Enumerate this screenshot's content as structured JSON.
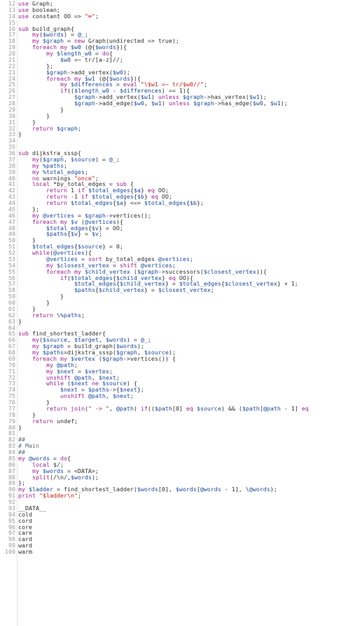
{
  "editor": {
    "language": "perl",
    "colors": {
      "background": "#ffffff",
      "text": "#303030",
      "line_number": "#9a9a9a",
      "keyword": "#9b2393",
      "string": "#c41a16",
      "variable": "#1c4b9c"
    },
    "lines": [
      {
        "n": "12",
        "text": "use Graph;"
      },
      {
        "n": "13",
        "text": "use boolean;"
      },
      {
        "n": "14",
        "text": "use constant OO => \"∞\";"
      },
      {
        "n": "15",
        "text": ""
      },
      {
        "n": "16",
        "text": "sub build_graph{"
      },
      {
        "n": "17",
        "text": "    my($words) = @_;"
      },
      {
        "n": "18",
        "text": "    my $graph = new Graph(undirected => true);"
      },
      {
        "n": "19",
        "text": "    foreach my $w0 (@{$words}){"
      },
      {
        "n": "20",
        "text": "        my $length_w0 = do{"
      },
      {
        "n": "21",
        "text": "            $w0 =~ tr/[a-z]//;"
      },
      {
        "n": "22",
        "text": "        };"
      },
      {
        "n": "23",
        "text": "        $graph->add_vertex($w0);"
      },
      {
        "n": "24",
        "text": "        foreach my $w1 (@{$words}){"
      },
      {
        "n": "25",
        "text": "            my $differences = eval \"\\$w1 =~ tr/$w0//\";"
      },
      {
        "n": "26",
        "text": "            if(($length_w0 - $differences) == 1){"
      },
      {
        "n": "27",
        "text": "                $graph->add_vertex($w1) unless $graph->has_vertex($w1);"
      },
      {
        "n": "28",
        "text": "                $graph->add_edge($w0, $w1) unless $graph->has_edge($w0, $w1);"
      },
      {
        "n": "29",
        "text": "            }"
      },
      {
        "n": "30",
        "text": "        }"
      },
      {
        "n": "31",
        "text": "    }"
      },
      {
        "n": "32",
        "text": "    return $graph;"
      },
      {
        "n": "33",
        "text": "}"
      },
      {
        "n": "34",
        "text": ""
      },
      {
        "n": "35",
        "text": ""
      },
      {
        "n": "36",
        "text": "sub dijkstra_sssp{"
      },
      {
        "n": "37",
        "text": "    my($graph, $source) = @_;"
      },
      {
        "n": "38",
        "text": "    my %paths;"
      },
      {
        "n": "39",
        "text": "    my %total_edges;"
      },
      {
        "n": "40",
        "text": "    no warnings \"once\";"
      },
      {
        "n": "41",
        "text": "    local *by_total_edges = sub {"
      },
      {
        "n": "42",
        "text": "        return 1 if $total_edges{$a} eq OO;"
      },
      {
        "n": "43",
        "text": "        return -1 if $total_edges{$b} eq OO;"
      },
      {
        "n": "44",
        "text": "        return $total_edges{$a} <=> $total_edges{$b};"
      },
      {
        "n": "45",
        "text": "    };"
      },
      {
        "n": "46",
        "text": "    my @vertices = $graph->vertices();"
      },
      {
        "n": "47",
        "text": "    foreach my $v (@vertices){"
      },
      {
        "n": "48",
        "text": "        $total_edges{$v} = OO;"
      },
      {
        "n": "49",
        "text": "        $paths{$v} = $v;"
      },
      {
        "n": "50",
        "text": "    }"
      },
      {
        "n": "51",
        "text": "    $total_edges{$source} = 0;"
      },
      {
        "n": "52",
        "text": "    while(@vertices){"
      },
      {
        "n": "53",
        "text": "        @vertices = sort by_total_edges @vertices;"
      },
      {
        "n": "54",
        "text": "        my $closest_vertex = shift @vertices;"
      },
      {
        "n": "55",
        "text": "        foreach my $child_vertex ($graph->successors($closest_vertex)){"
      },
      {
        "n": "56",
        "text": "            if($total_edges{$child_vertex} eq OO){"
      },
      {
        "n": "57",
        "text": "                $total_edges{$child_vertex} = $total_edges{$closest_vertex} + 1;"
      },
      {
        "n": "58",
        "text": "                $paths{$child_vertex} = $closest_vertex;"
      },
      {
        "n": "59",
        "text": "            }"
      },
      {
        "n": "60",
        "text": "        }"
      },
      {
        "n": "61",
        "text": "    }"
      },
      {
        "n": "62",
        "text": "    return \\%paths;"
      },
      {
        "n": "63",
        "text": "}"
      },
      {
        "n": "64",
        "text": ""
      },
      {
        "n": "65",
        "text": "sub find_shortest_ladder{"
      },
      {
        "n": "66",
        "text": "    my($source, $target, $words) = @_;"
      },
      {
        "n": "67",
        "text": "    my $graph = build_graph($words);"
      },
      {
        "n": "68",
        "text": "    my $paths=dijkstra_sssp($graph, $source);"
      },
      {
        "n": "69",
        "text": "    foreach my $vertex ($graph->vertices()) {"
      },
      {
        "n": "70",
        "text": "        my @path;"
      },
      {
        "n": "71",
        "text": "        my $next = $vertex;"
      },
      {
        "n": "72",
        "text": "        unshift @path, $next;"
      },
      {
        "n": "73",
        "text": "        while ($next ne $source) {"
      },
      {
        "n": "74",
        "text": "            $next = $paths->{$next};"
      },
      {
        "n": "75",
        "text": "            unshift @path, $next;"
      },
      {
        "n": "76",
        "text": "        }"
      },
      {
        "n": "77",
        "text": "        return join(\" -> \", @path) if(($path[0] eq $source) && ($path[@path - 1] eq"
      },
      {
        "n": "78",
        "text": "    }"
      },
      {
        "n": "79",
        "text": "    return undef;"
      },
      {
        "n": "80",
        "text": "}"
      },
      {
        "n": "81",
        "text": ""
      },
      {
        "n": "82",
        "text": "##"
      },
      {
        "n": "83",
        "text": "# Main"
      },
      {
        "n": "84",
        "text": "##"
      },
      {
        "n": "85",
        "text": "my @words = do{"
      },
      {
        "n": "86",
        "text": "    local $/;"
      },
      {
        "n": "87",
        "text": "    my $words = <DATA>;"
      },
      {
        "n": "88",
        "text": "    split(/\\n/,$words);"
      },
      {
        "n": "89",
        "text": "};"
      },
      {
        "n": "90",
        "text": "my $ladder = find_shortest_ladder($words[0], $words[@words - 1], \\@words);"
      },
      {
        "n": "91",
        "text": "print \"$ladder\\n\";"
      },
      {
        "n": "92",
        "text": ""
      },
      {
        "n": "93",
        "text": "__DATA__"
      },
      {
        "n": "94",
        "text": "cold"
      },
      {
        "n": "95",
        "text": "cord"
      },
      {
        "n": "96",
        "text": "core"
      },
      {
        "n": "97",
        "text": "care"
      },
      {
        "n": "98",
        "text": "card"
      },
      {
        "n": "99",
        "text": "ward"
      },
      {
        "n": "100",
        "text": "warm"
      }
    ]
  }
}
